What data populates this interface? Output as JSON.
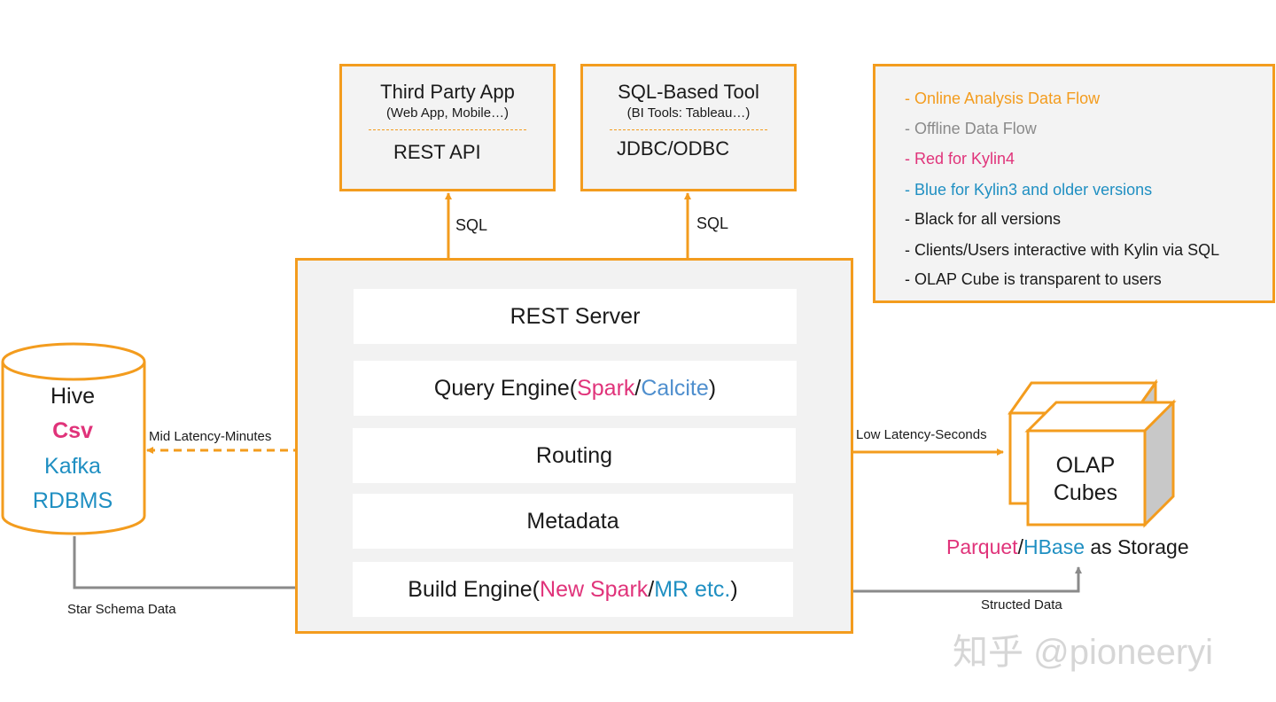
{
  "clients": {
    "third_party": {
      "title": "Third Party App",
      "subtitle": "(Web App, Mobile…)",
      "api": "REST API"
    },
    "sql_tool": {
      "title": "SQL-Based Tool",
      "subtitle": "(BI Tools: Tableau…)",
      "api": "JDBC/ODBC"
    },
    "sql_label_left": "SQL",
    "sql_label_right": "SQL"
  },
  "legend": {
    "online": "- Online Analysis Data Flow",
    "offline": "- Offline Data Flow",
    "red": "- Red for Kylin4",
    "blue": "- Blue for Kylin3 and older versions",
    "black": "- Black for all versions",
    "clients": "- Clients/Users interactive with Kylin via SQL",
    "olap": "- OLAP Cube is transparent to users"
  },
  "layers": {
    "rest_server": "REST Server",
    "query_engine_prefix": "Query Engine(",
    "query_engine_red": "Spark",
    "query_engine_sep": "/",
    "query_engine_blue": "Calcite",
    "query_engine_suffix": ")",
    "routing": "Routing",
    "metadata": "Metadata",
    "build_engine_prefix": "Build Engine(",
    "build_engine_red": "New Spark",
    "build_engine_sep": "/",
    "build_engine_blue": "MR etc.",
    "build_engine_suffix": ")"
  },
  "sources": {
    "hive": "Hive",
    "csv": "Csv",
    "kafka": "Kafka",
    "rdbms": "RDBMS"
  },
  "flows": {
    "mid_latency": "Mid Latency-Minutes",
    "low_latency": "Low Latency-Seconds",
    "star_schema": "Star Schema Data",
    "structed": "Structed Data"
  },
  "storage": {
    "cube_line1": "OLAP",
    "cube_line2": "Cubes",
    "parquet": "Parquet",
    "sep": "/",
    "hbase": "HBase",
    "suffix": " as Storage"
  },
  "watermark": "知乎 @pioneeryi",
  "colors": {
    "accent_orange": "#f39c1e",
    "kylin4_red": "#e0337a",
    "kylin3_blue": "#1f8fc2",
    "offline_grey": "#8a8a8a"
  }
}
